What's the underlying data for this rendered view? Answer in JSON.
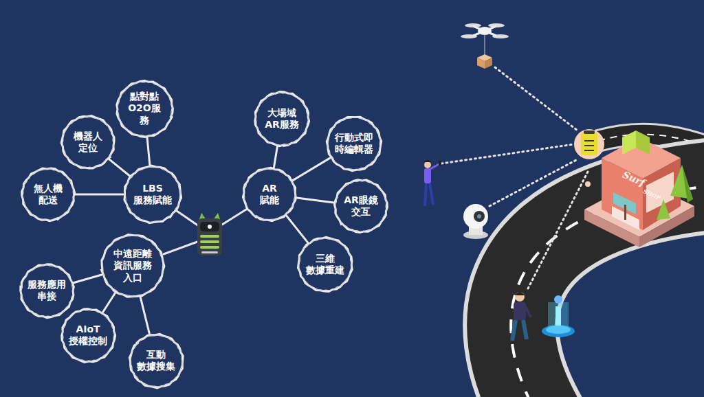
{
  "diagram": {
    "nodes": [
      {
        "text": [
          "點對點 O2O服 務"
        ]
      },
      {
        "text": [
          "機器人 定位"
        ]
      },
      {
        "text": [
          "LBS 服務賦能"
        ]
      },
      {
        "text": [
          "無人機 配送"
        ]
      },
      {
        "text": [
          "大場域 AR服務"
        ]
      },
      {
        "text": [
          "行動式即 時編輯器"
        ]
      },
      {
        "text": [
          "AR 賦能"
        ]
      },
      {
        "text": [
          "AR眼鏡 交互"
        ]
      },
      {
        "text": [
          "三維 數據重建"
        ]
      },
      {
        "text": [
          "中遠距離 資訊服務 入口"
        ]
      },
      {
        "text": [
          "服務應用 串接"
        ]
      },
      {
        "text": [
          "AIoT 授權控制"
        ]
      },
      {
        "text": [
          "互動 數據搜集"
        ]
      }
    ],
    "edges": [
      {
        "from": 2,
        "to": 0,
        "arrow": "none"
      },
      {
        "from": 2,
        "to": 1,
        "arrow": "none"
      },
      {
        "from": 2,
        "to": 3,
        "arrow": "none"
      },
      {
        "from": 6,
        "to": 4,
        "arrow": "none"
      },
      {
        "from": 6,
        "to": 5,
        "arrow": "none"
      },
      {
        "from": 6,
        "to": 7,
        "arrow": "none"
      },
      {
        "from": 6,
        "to": 8,
        "arrow": "none"
      },
      {
        "from": 9,
        "to": 10,
        "arrow": "none"
      },
      {
        "from": 9,
        "to": 11,
        "arrow": "none"
      },
      {
        "from": 9,
        "to": 12,
        "arrow": "none"
      }
    ],
    "labels": [
      "Surf",
      "SHOP"
    ]
  }
}
